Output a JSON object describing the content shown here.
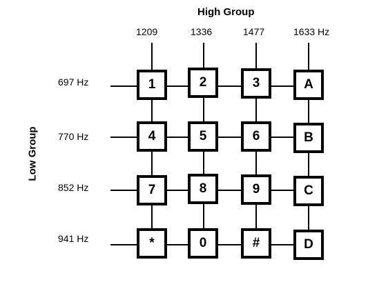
{
  "high_group": {
    "title": "High Group",
    "frequencies": [
      "1209",
      "1336",
      "1477",
      "1633 Hz"
    ]
  },
  "low_group": {
    "title": "Low Group",
    "frequencies": [
      "697 Hz",
      "770 Hz",
      "852 Hz",
      "941 Hz"
    ]
  },
  "keys": [
    [
      "1",
      "2",
      "3",
      "A"
    ],
    [
      "4",
      "5",
      "6",
      "B"
    ],
    [
      "7",
      "8",
      "9",
      "C"
    ],
    [
      "*",
      "0",
      "#",
      "D"
    ]
  ],
  "colors": {
    "line": "#000000",
    "key_fill": "#ffffff"
  }
}
